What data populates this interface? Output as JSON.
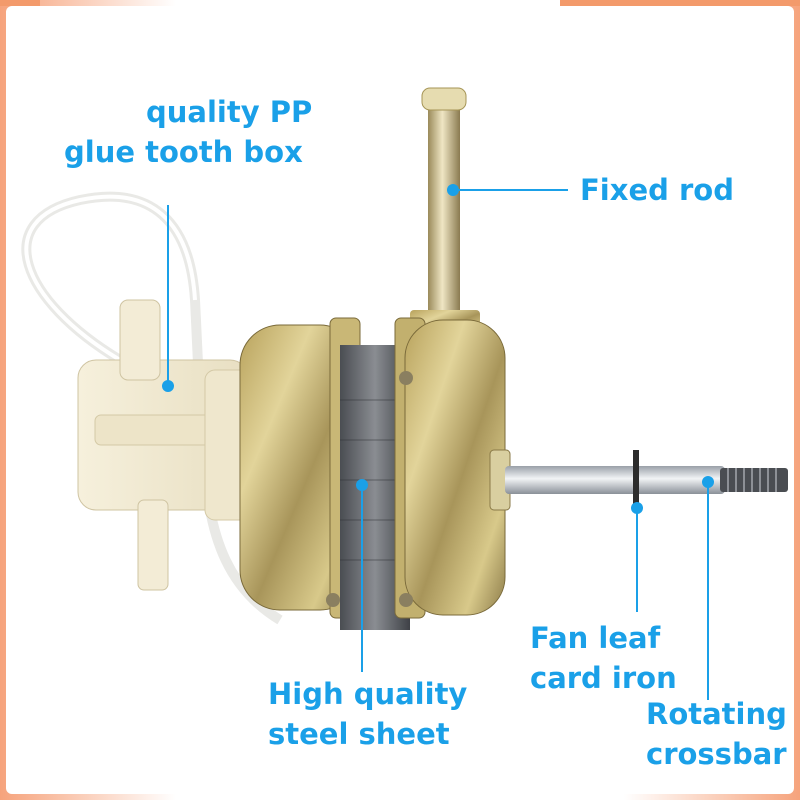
{
  "callouts": {
    "pp_box": {
      "line1": "quality PP",
      "line2": "glue tooth box"
    },
    "fixed_rod": {
      "label": "Fixed rod"
    },
    "steel_sheet": {
      "line1": "High quality",
      "line2": "steel sheet"
    },
    "fan_leaf": {
      "line1": "Fan leaf",
      "line2": "card iron"
    },
    "crossbar": {
      "line1": "Rotating",
      "line2": "crossbar"
    }
  },
  "colors": {
    "accent_blue": "#1aa0e8",
    "frame_orange": "#f39a6b",
    "motor_gold": "#c9b25a"
  }
}
